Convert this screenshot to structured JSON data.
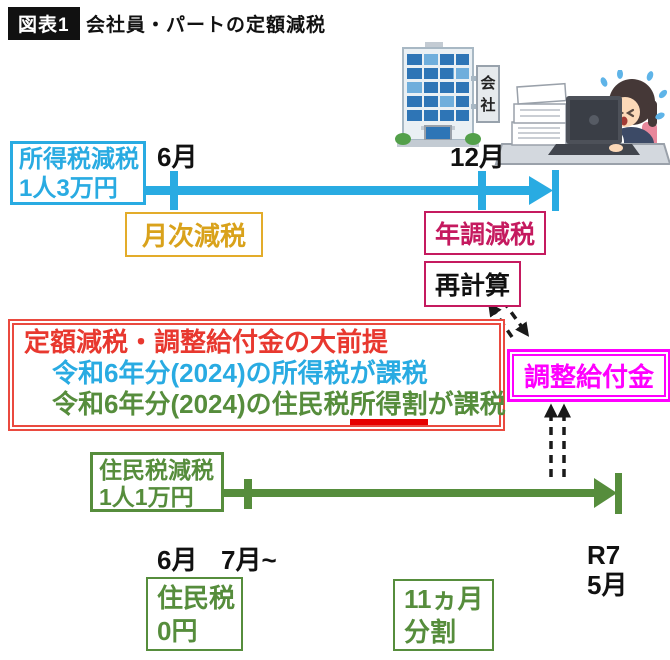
{
  "header": {
    "badge": "図表1",
    "title": "会社員・パートの定額減税"
  },
  "income_timeline": {
    "box_line1": "所得税減税",
    "box_line2": "1人3万円",
    "june": "6月",
    "december": "12月",
    "monthly_label": "月次減税",
    "yearend_label": "年調減税",
    "recalc_label": "再計算"
  },
  "premise_box": {
    "line1": "定額減税・調整給付金の大前提",
    "line2": "令和6年分(2024)の所得税が課税",
    "line3_prefix": "令和6年分(2024)の住民税",
    "line3_underlined": "所得割",
    "line3_suffix": "が課税"
  },
  "benefit_box": {
    "label": "調整給付金"
  },
  "resident_timeline": {
    "box_line1": "住民税減税",
    "box_line2": "1人1万円",
    "june": "6月",
    "july": "7月~",
    "end_line1": "R7",
    "end_line2": "5月",
    "zero_line1": "住民税",
    "zero_line2": "0円",
    "split_line1": "11ヵ月",
    "split_line2": "分割"
  },
  "building": {
    "sign_char1": "会",
    "sign_char2": "社"
  },
  "colors": {
    "income_blue": "#29ABE2",
    "monthly_gold": "#D9A21B",
    "yearend_crimson": "#C51A5F",
    "premise_red_text": "#E8382F",
    "premise_red_border": "#EA4A3F",
    "resident_green": "#568D3C",
    "benefit_magenta": "#FF00FF",
    "underline_red": "#E60000"
  }
}
